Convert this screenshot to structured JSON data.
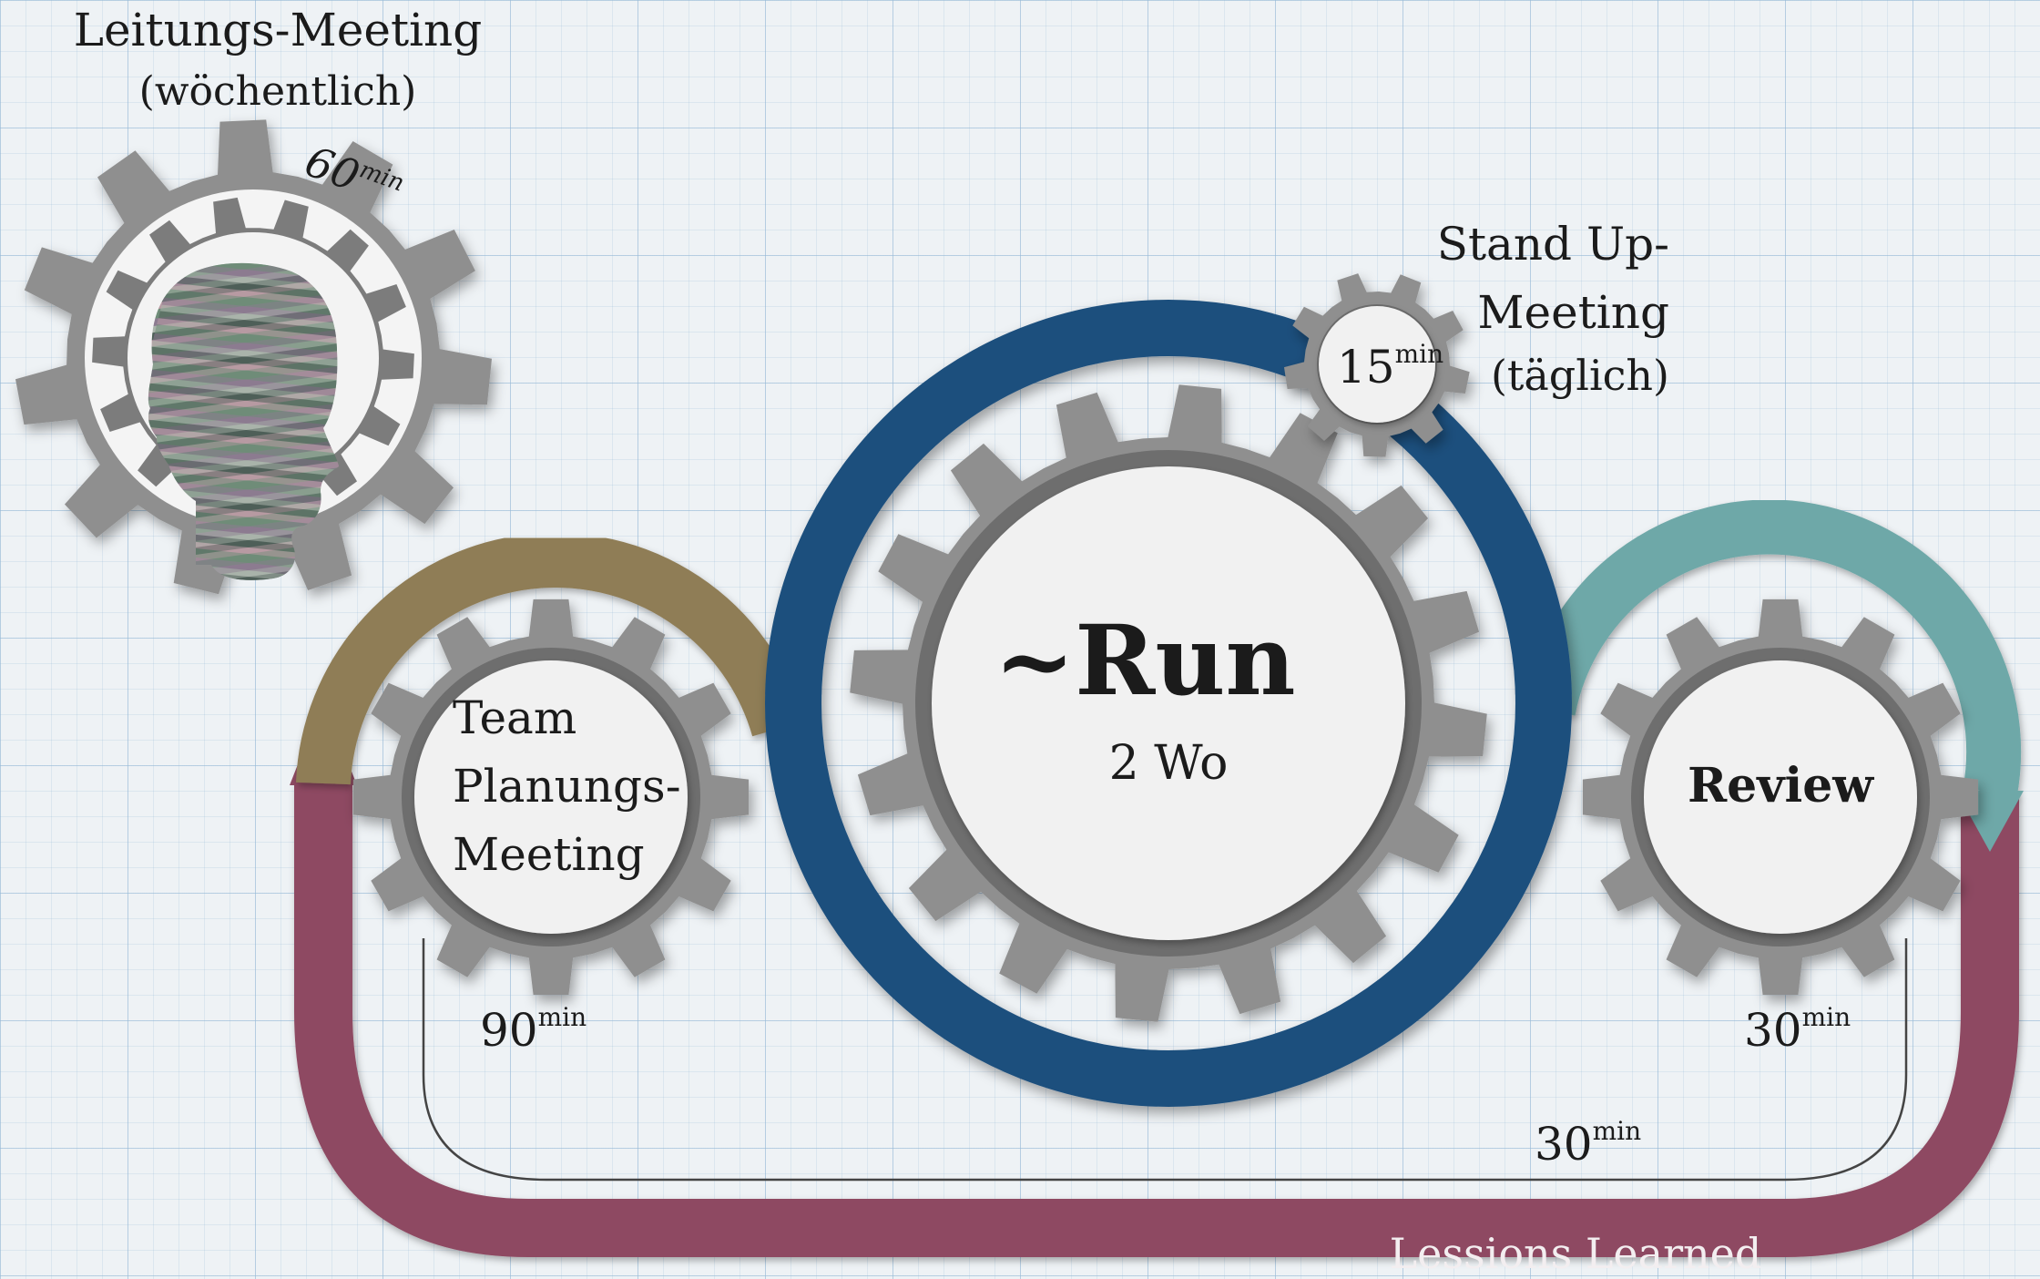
{
  "leitung": {
    "title": "Leitungs-Meeting",
    "subtitle": "(wöchentlich)",
    "duration": "60",
    "unit": "min"
  },
  "standup": {
    "line1": "Stand Up-",
    "line2": "Meeting",
    "line3": "(täglich)",
    "duration": "15",
    "unit": "min"
  },
  "run": {
    "title": "~Run",
    "subtitle": "2 Wo"
  },
  "planning": {
    "line1": "Team",
    "line2": "Planungs-",
    "line3": "Meeting",
    "duration": "90",
    "unit": "min"
  },
  "review": {
    "label": "Review",
    "duration": "30",
    "unit": "min"
  },
  "retro": {
    "duration": "30",
    "unit": "min"
  },
  "loop": {
    "label": "Lessions Learned"
  },
  "colors": {
    "run_ring": "#1e4f7d",
    "planning_arc": "#8f7d57",
    "review_arc": "#6ea8a8",
    "lessons_loop": "#8e4a62",
    "gear_outer": "#8f8f8f",
    "gear_inner": "#6e6e6e",
    "gear_face": "#f1f1f1"
  },
  "icons": {
    "head": "striped-head-icon"
  }
}
